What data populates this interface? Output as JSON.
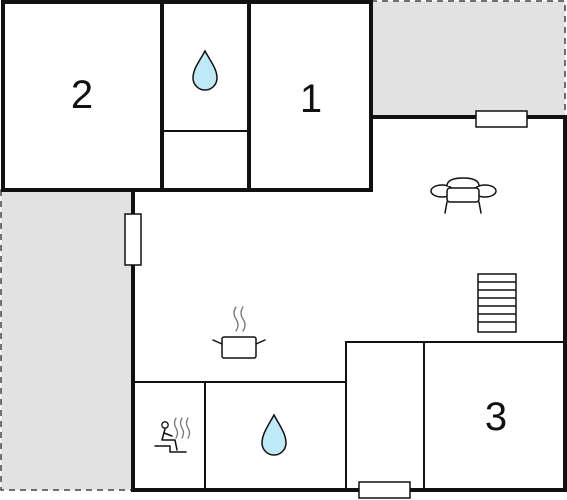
{
  "floor_plan": {
    "rooms": [
      {
        "id": "bedroom-2",
        "label": "2"
      },
      {
        "id": "bedroom-1",
        "label": "1"
      },
      {
        "id": "bedroom-3",
        "label": "3"
      }
    ],
    "icons": [
      "water-drop-icon",
      "water-drop-icon",
      "sofa-icon",
      "cooking-pot-icon",
      "stairs-icon",
      "sauna-icon",
      "window-icon"
    ],
    "colors": {
      "wall": "#111111",
      "terrace": "#e2e2e2",
      "water": "#bfe9f7"
    }
  }
}
